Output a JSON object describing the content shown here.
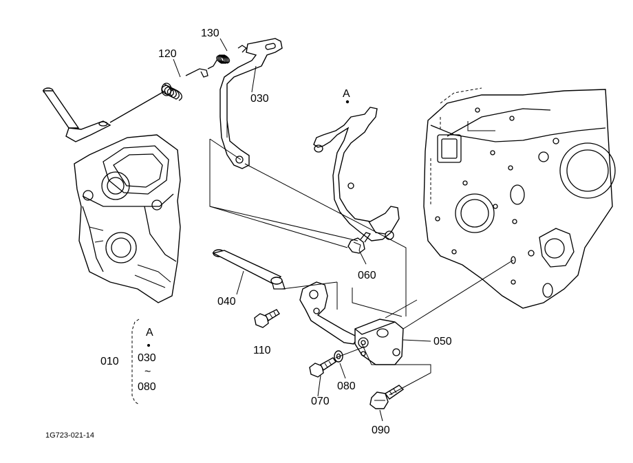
{
  "callouts": {
    "p120": "120",
    "p130": "130",
    "p030": "030",
    "pA": "A",
    "p040": "040",
    "p060": "060",
    "p110": "110",
    "p050": "050",
    "p070": "070",
    "p080": "080",
    "p090": "090"
  },
  "group": {
    "label": "010",
    "ref": "A",
    "from": "030",
    "tilde": "~",
    "to": "080"
  },
  "drawing_number": "1G723-021-14"
}
